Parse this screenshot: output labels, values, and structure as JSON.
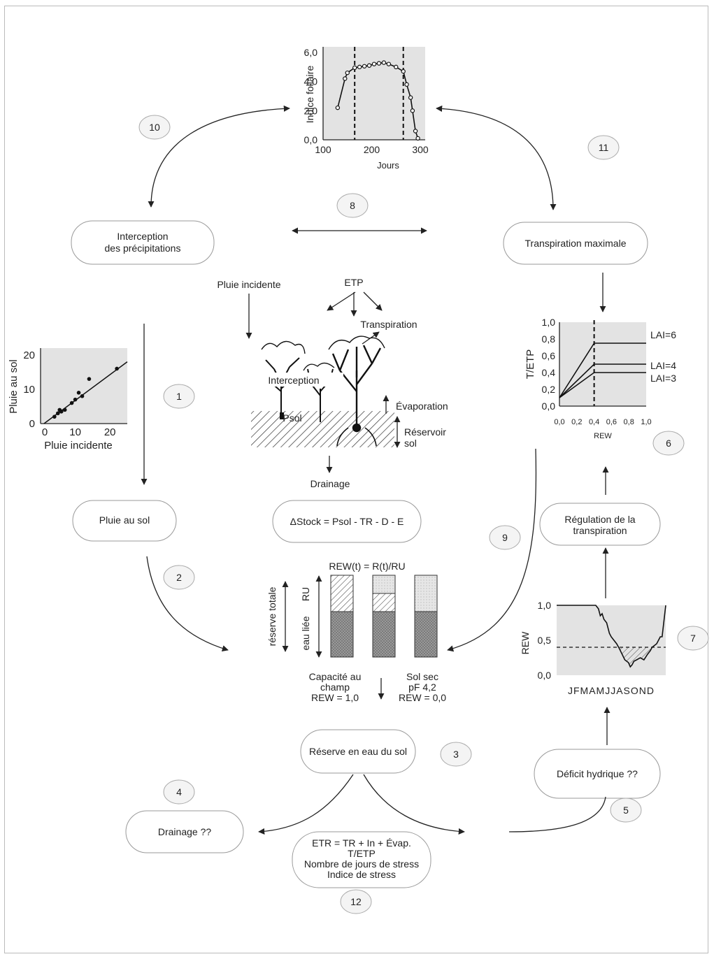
{
  "badges": [
    "10",
    "11",
    "8",
    "1",
    "6",
    "9",
    "2",
    "7",
    "3",
    "4",
    "5",
    "12"
  ],
  "boxes": {
    "interception": [
      "Interception",
      "des précipitations"
    ],
    "transpiration_max": "Transpiration maximale",
    "pluie_sol": "Pluie au sol",
    "stock_eq": "ΔStock = Psol - TR - D - E",
    "regulation": [
      "Régulation de la",
      "transpiration"
    ],
    "reserve": "Réserve en eau du sol",
    "deficit": "Déficit hydrique ??",
    "drainage_q": "Drainage ??",
    "etr": [
      "ETR = TR + In + Évap.",
      "T/ETP",
      "Nombre de jours de stress",
      "Indice de stress"
    ]
  },
  "center": {
    "pluie_incidente": "Pluie incidente",
    "etp": "ETP",
    "transpiration": "Transpiration",
    "interception": "Interception",
    "psol": "Psol",
    "evaporation": "Évaporation",
    "reservoir": [
      "Réservoir",
      "sol"
    ],
    "drainage": "Drainage"
  },
  "soil": {
    "title": "REW(t) = R(t)/RU",
    "ru": "RU",
    "eau_liee": "eau liée",
    "reserve_totale": "réserve totale",
    "left_caption": [
      "Capacité au",
      "champ",
      "REW = 1,0"
    ],
    "right_caption": [
      "Sol sec",
      "pF 4,2",
      "REW = 0,0"
    ]
  },
  "chart_data": [
    {
      "type": "line",
      "title": "",
      "xlabel": "Jours",
      "ylabel": "Indice foliaire",
      "x_ticks": [
        "100",
        "200",
        "300"
      ],
      "y_ticks": [
        "0,0",
        "2,0",
        "4,0",
        "6,0"
      ],
      "xlim": [
        100,
        310
      ],
      "ylim": [
        0,
        6
      ],
      "vlines": [
        165,
        265
      ],
      "x": [
        130,
        145,
        150,
        165,
        175,
        185,
        195,
        205,
        215,
        225,
        235,
        250,
        265,
        272,
        280,
        284,
        290,
        295
      ],
      "y": [
        2.2,
        4.2,
        4.6,
        4.95,
        5.0,
        5.05,
        5.1,
        5.2,
        5.25,
        5.3,
        5.2,
        5.0,
        4.7,
        3.8,
        2.9,
        2.0,
        0.6,
        0.1
      ]
    },
    {
      "type": "scatter",
      "title": "",
      "xlabel": "Pluie incidente",
      "ylabel": "Pluie au sol",
      "x_ticks": [
        "0",
        "10",
        "20"
      ],
      "y_ticks": [
        "0",
        "10",
        "20"
      ],
      "xlim": [
        0,
        25
      ],
      "ylim": [
        0,
        22
      ],
      "x": [
        4,
        5,
        5.5,
        6,
        7,
        9,
        10,
        11,
        12,
        14,
        22
      ],
      "y": [
        2,
        3,
        4,
        3.5,
        4,
        6,
        7,
        9,
        8,
        13,
        16
      ],
      "fit": [
        [
          1,
          0
        ],
        [
          25,
          18
        ]
      ]
    },
    {
      "type": "line",
      "title": "",
      "xlabel": "REW",
      "ylabel": "T/ETP",
      "x_ticks": [
        "0,0",
        "0,2",
        "0,4",
        "0,6",
        "0,8",
        "1,0"
      ],
      "y_ticks": [
        "0,0",
        "0,2",
        "0,4",
        "0,6",
        "0,8",
        "1,0"
      ],
      "xlim": [
        0,
        1
      ],
      "ylim": [
        0,
        1
      ],
      "vline": 0.4,
      "series": [
        {
          "name": "LAI=6",
          "x": [
            0,
            0.4,
            1.0
          ],
          "y": [
            0.1,
            0.75,
            0.75
          ]
        },
        {
          "name": "LAI=4",
          "x": [
            0,
            0.4,
            1.0
          ],
          "y": [
            0.1,
            0.5,
            0.5
          ]
        },
        {
          "name": "LAI=3",
          "x": [
            0,
            0.4,
            1.0
          ],
          "y": [
            0.1,
            0.4,
            0.4
          ]
        }
      ]
    },
    {
      "type": "line",
      "title": "",
      "xlabel": "JFMAMJJASOND",
      "ylabel": "REW",
      "y_ticks": [
        "0,0",
        "0,5",
        "1,0"
      ],
      "xlim": [
        0,
        12
      ],
      "ylim": [
        0,
        1
      ],
      "hline": 0.4,
      "x": [
        0,
        4.3,
        4.6,
        4.8,
        5.0,
        5.2,
        5.5,
        5.8,
        6.0,
        6.3,
        6.6,
        6.9,
        7.2,
        7.5,
        7.9,
        8.1,
        8.3,
        8.5,
        8.8,
        9.2,
        9.6,
        10.0,
        10.3,
        10.5,
        11.0,
        11.4,
        11.6,
        12
      ],
      "y": [
        1,
        1,
        0.95,
        0.85,
        0.88,
        0.8,
        0.75,
        0.6,
        0.55,
        0.5,
        0.45,
        0.38,
        0.3,
        0.22,
        0.18,
        0.12,
        0.15,
        0.2,
        0.22,
        0.25,
        0.22,
        0.3,
        0.35,
        0.4,
        0.45,
        0.55,
        0.55,
        1
      ]
    }
  ]
}
